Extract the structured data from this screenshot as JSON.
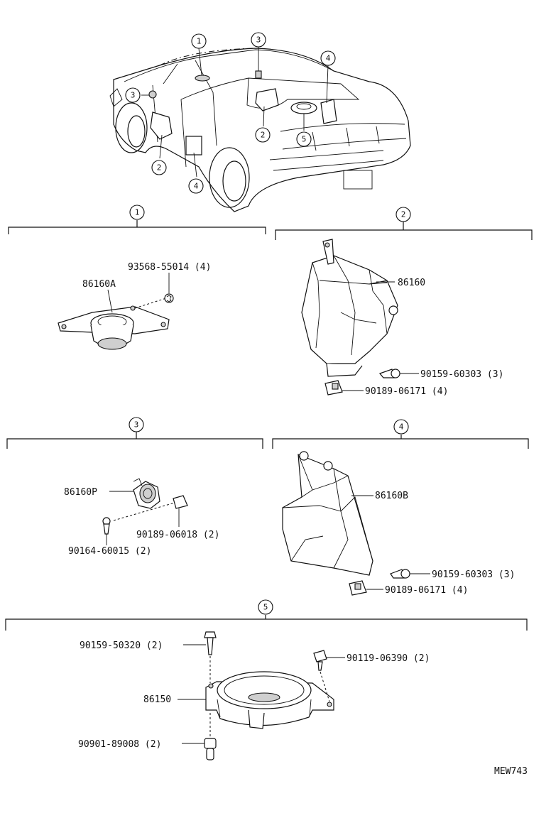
{
  "callouts": {
    "c1": "1",
    "c2": "2",
    "c3": "3",
    "c4": "4",
    "c5": "5"
  },
  "section1": {
    "header": "1",
    "parts": [
      {
        "label": "93568-55014 (4)"
      },
      {
        "label": "86160A"
      }
    ]
  },
  "section2": {
    "header": "2",
    "parts": [
      {
        "label": "86160"
      },
      {
        "label": "90159-60303 (3)"
      },
      {
        "label": "90189-06171 (4)"
      }
    ]
  },
  "section3": {
    "header": "3",
    "parts": [
      {
        "label": "86160P"
      },
      {
        "label": "90189-06018 (2)"
      },
      {
        "label": "90164-60015 (2)"
      }
    ]
  },
  "section4": {
    "header": "4",
    "parts": [
      {
        "label": "86160B"
      },
      {
        "label": "90159-60303 (3)"
      },
      {
        "label": "90189-06171 (4)"
      }
    ]
  },
  "section5": {
    "header": "5",
    "parts": [
      {
        "label": "90159-50320 (2)"
      },
      {
        "label": "90119-06390 (2)"
      },
      {
        "label": "86150"
      },
      {
        "label": "90901-89008 (2)"
      }
    ]
  },
  "drawing_code": "MEW743"
}
